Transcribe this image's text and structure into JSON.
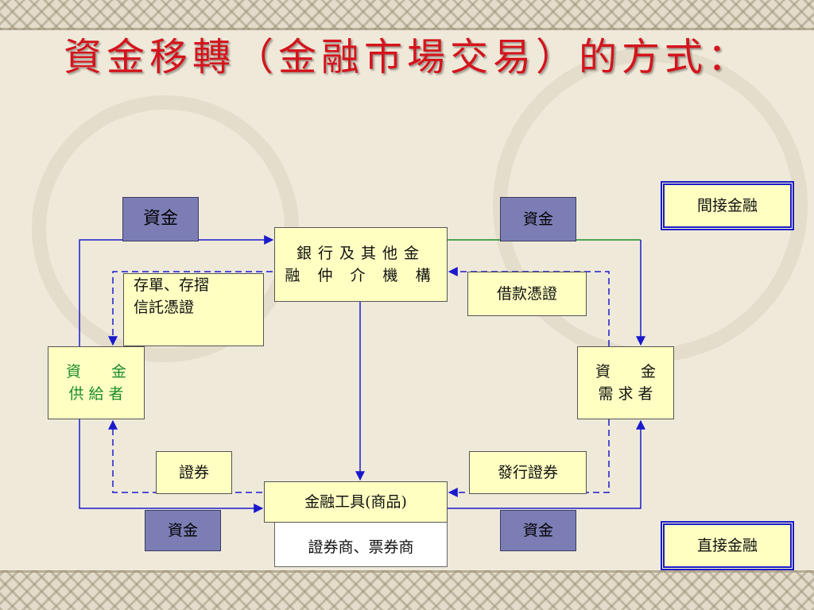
{
  "title": "資金移轉（金融市場交易）的方式：",
  "nodes": {
    "supplier": {
      "line1": "資　　金",
      "line2": "供 給 者"
    },
    "demander": {
      "line1": "資　　金",
      "line2": "需 求 者"
    },
    "intermediary": {
      "line1": "銀行及其他金",
      "line2": "融 仲 介 機 構"
    },
    "instrument": "金融工具(商品)",
    "broker": "證券商、票券商"
  },
  "labels": {
    "fund_top_left": "資金",
    "fund_top_right": "資金",
    "fund_bottom_left": "資金",
    "fund_bottom_right": "資金",
    "deposit": {
      "line1": "存單、存摺",
      "line2": "信託憑證"
    },
    "loan_voucher": "借款憑證",
    "securities": "證券",
    "issue_securities": "發行證券"
  },
  "legend": {
    "indirect": "間接金融",
    "direct": "直接金融"
  },
  "colors": {
    "title": "#d4141c",
    "flow_line": "#1a1acc",
    "green_line": "#1a8c2a",
    "box_fill": "#ffffc2",
    "tag_fill": "#7b7db4"
  }
}
